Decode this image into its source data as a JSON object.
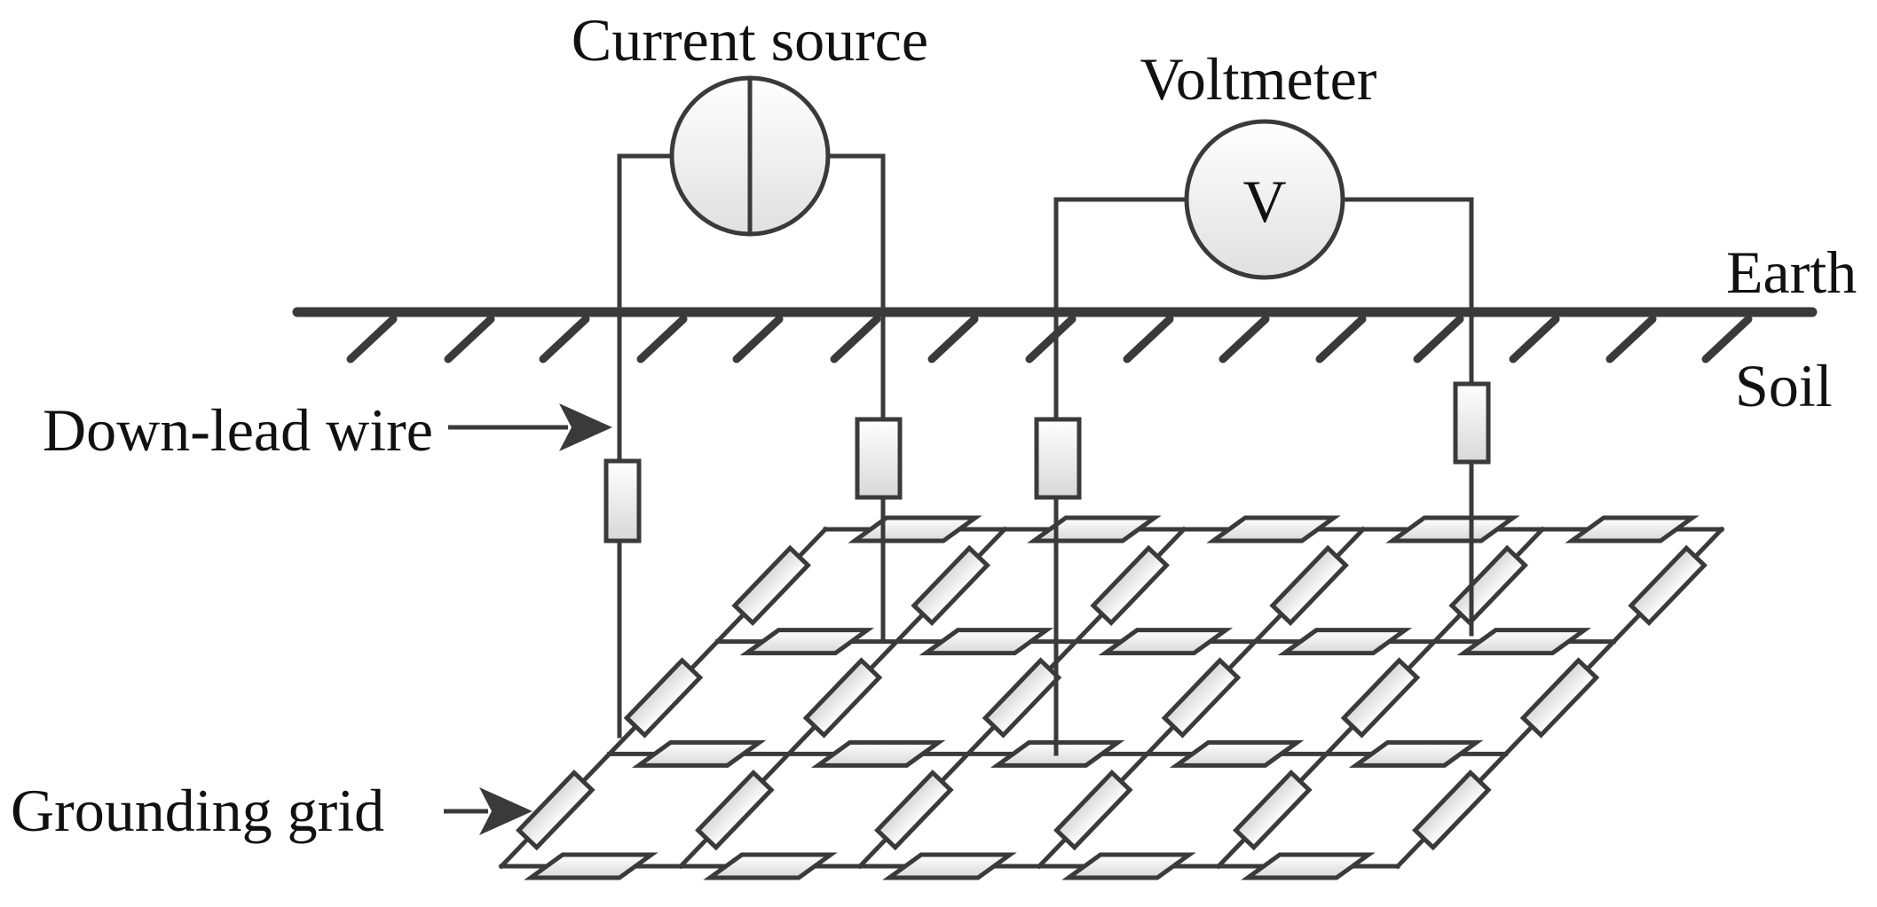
{
  "labels": {
    "current_source": "Current source",
    "voltmeter": "Voltmeter",
    "voltmeter_symbol": "V",
    "earth": "Earth",
    "soil": "Soil",
    "down_lead_wire": "Down-lead wire",
    "grounding_grid": "Grounding grid"
  },
  "grid": {
    "rows": 3,
    "cols": 5
  },
  "colors": {
    "line": "#3a3a3a",
    "fill_light": "#ffffff",
    "fill_dark": "#d8d8d8"
  }
}
